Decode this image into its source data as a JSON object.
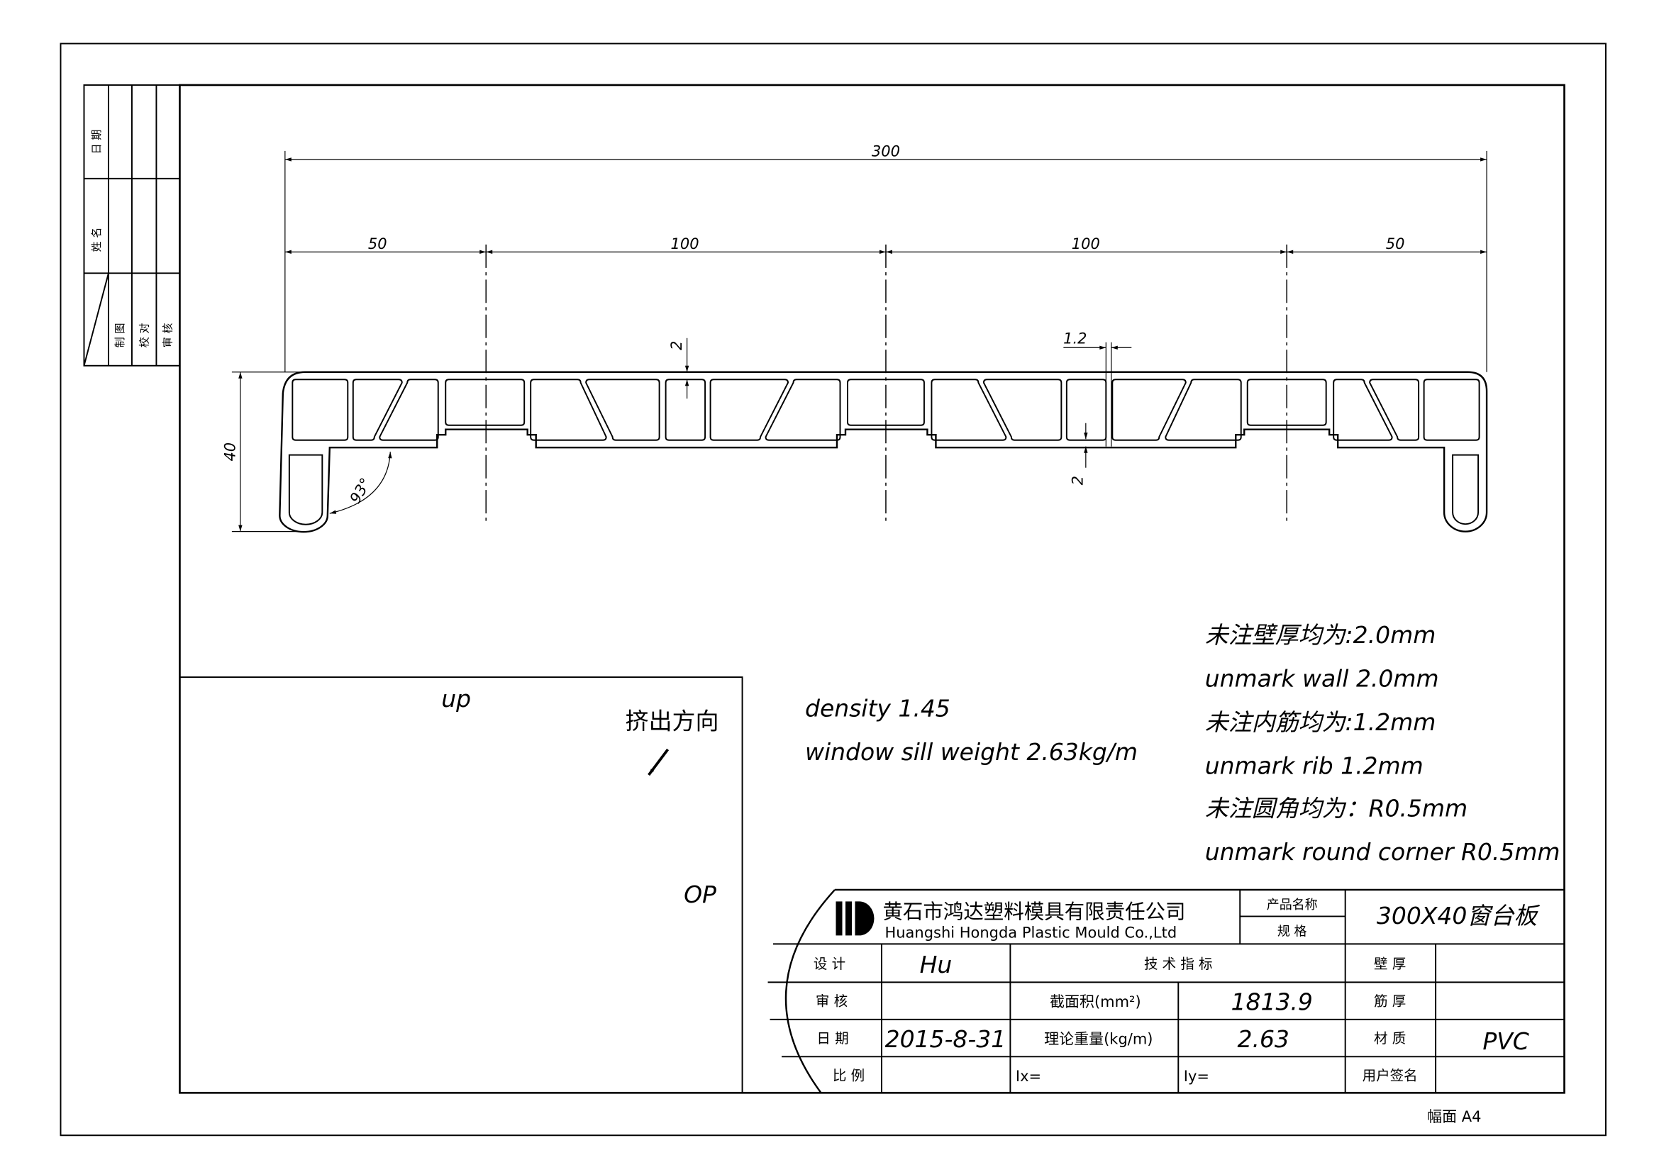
{
  "dimensions": {
    "overall": "300",
    "seg1": "50",
    "seg2": "100",
    "seg3": "100",
    "seg4": "50",
    "height": "40",
    "wall_top": "2",
    "rib": "1.2",
    "wall_bottom": "2",
    "angle": "93°"
  },
  "revision_strip": {
    "date": "日  期",
    "name": "姓  名",
    "drawn": "制  图",
    "proofread": "校  对",
    "reviewed": "审  核"
  },
  "notes": [
    "未注壁厚均为:2.0mm",
    "unmark wall 2.0mm",
    "未注内筋均为:1.2mm",
    "unmark rib 1.2mm",
    "未注圆角均为：R0.5mm",
    "unmark round corner R0.5mm"
  ],
  "properties": [
    "density 1.45",
    "window sill weight 2.63kg/m"
  ],
  "view_labels": {
    "up": "up",
    "direction": "挤出方向",
    "op": "OP"
  },
  "title_block": {
    "company_cn": "黄石市鸿达塑料模具有限责任公司",
    "company_en": "Huangshi  Hongda  Plastic  Mould  Co.,Ltd",
    "product_name_label": "产品名称",
    "spec_label": "规  格",
    "product_name": "300X40窗台板",
    "design_label": "设  计",
    "design_value": "Hu",
    "tech_label": "技 术 指 标",
    "wall_label": "壁 厚",
    "review_label": "审  核",
    "area_label": "截面积(mm²)",
    "area_value": "1813.9",
    "rib_label": "筋 厚",
    "date_label": "日  期",
    "date_value": "2015-8-31",
    "weight_label": "理论重量(kg/m)",
    "weight_value": "2.63",
    "material_label": "材 质",
    "material_value": "PVC",
    "scale_label": "比  例",
    "ix_label": "Ix=",
    "iy_label": "Iy=",
    "user_sign_label": "用户签名"
  },
  "sheet_size": "幅面  A4"
}
